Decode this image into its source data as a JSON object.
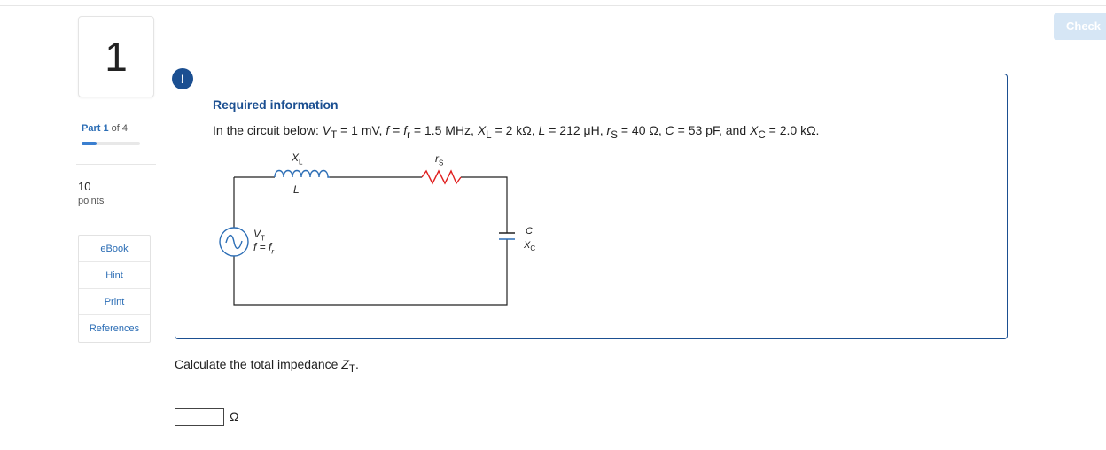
{
  "header": {
    "check_label": "Check"
  },
  "question": {
    "number": "1",
    "part_prefix": "Part",
    "part_current": "1",
    "part_of": "of 4",
    "progress_fraction": 0.25,
    "points_value": "10",
    "points_label": "points"
  },
  "tools": [
    {
      "label": "eBook"
    },
    {
      "label": "Hint"
    },
    {
      "label": "Print"
    },
    {
      "label": "References"
    }
  ],
  "info": {
    "alert_symbol": "!",
    "title": "Required information",
    "text_intro": "In the circuit below: ",
    "VT_sym": "V",
    "VT_sub": "T",
    "VT_val": " = 1 mV, ",
    "f_sym": "f",
    "f_eq": " = ",
    "fr_sym": "f",
    "fr_sub": "r",
    "fr_val": " = 1.5 MHz,  ",
    "XL_sym": "X",
    "XL_sub": "L",
    "XL_val": " = 2 kΩ, ",
    "L_sym": "L",
    "L_val": " = 212 μH,  ",
    "rS_sym": "r",
    "rS_sub": "S",
    "rS_val": " = 40 Ω, ",
    "C_sym": "C",
    "C_val": " = 53 pF, and  ",
    "XC_sym": "X",
    "XC_sub": "C",
    "XC_val": " = 2.0 kΩ."
  },
  "circuit": {
    "inductor_top": "XL",
    "inductor_bottom": "L",
    "resistor_label": "rS",
    "source_top": "VT",
    "source_bottom": "f = fr",
    "cap_top": "C",
    "cap_bottom": "XC"
  },
  "prompt": {
    "text": "Calculate the total impedance ",
    "sym": "Z",
    "sub": "T",
    "end": "."
  },
  "answer": {
    "value": "",
    "unit": "Ω"
  },
  "colors": {
    "accent": "#1b4f91",
    "link": "#2b6db5",
    "inductor": "#2b6db5",
    "resistor": "#e02020"
  }
}
